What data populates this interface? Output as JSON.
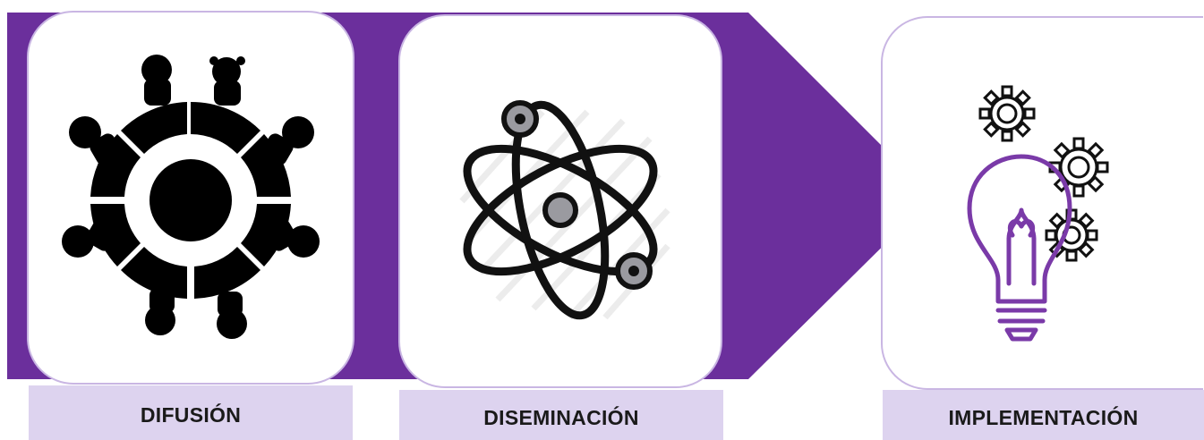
{
  "steps": [
    {
      "label": "DIFUSIÓN",
      "icon": "people-circle-icon"
    },
    {
      "label": "DISEMINACIÓN",
      "icon": "atom-icon"
    },
    {
      "label": "IMPLEMENTACIÓN",
      "icon": "lightbulb-gears-icon"
    }
  ],
  "colors": {
    "arrow": "#6b2f9c",
    "card_border": "#c9b6e3",
    "label_bg": "#ddd3ef",
    "bulb": "#7a3aa8"
  }
}
